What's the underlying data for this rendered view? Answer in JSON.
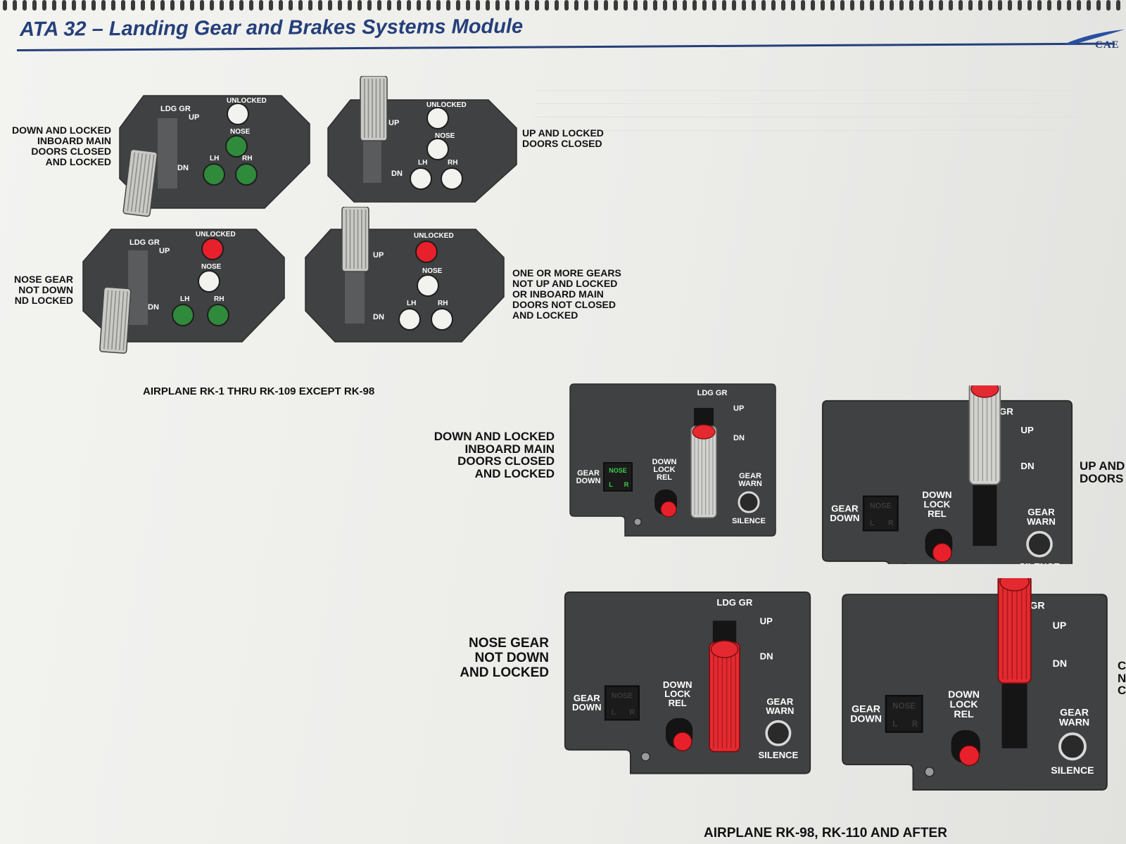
{
  "header": {
    "title": "ATA 32 – Landing Gear and Brakes Systems Module",
    "logo_text": "CAE"
  },
  "section_top": {
    "footer": "AIRPLANE RK-1 THRU RK-109 EXCEPT RK-98",
    "panel_labels": {
      "ldg_gr": "LDG GR",
      "up": "UP",
      "dn": "DN",
      "unlocked": "UNLOCKED",
      "nose": "NOSE",
      "lh": "LH",
      "rh": "RH"
    },
    "states": [
      {
        "caption": "DOWN AND LOCKED\nINBOARD MAIN\nDOORS CLOSED\nAND LOCKED",
        "lever": "down",
        "unlocked": "off",
        "nose": "green",
        "lh": "green",
        "rh": "green"
      },
      {
        "caption": "UP AND LOCKED\nDOORS CLOSED",
        "lever": "up",
        "unlocked": "off",
        "nose": "off",
        "lh": "off",
        "rh": "off"
      },
      {
        "caption": "NOSE GEAR\nNOT DOWN\nND LOCKED",
        "lever": "down",
        "unlocked": "red",
        "nose": "off",
        "lh": "green",
        "rh": "green"
      },
      {
        "caption": "ONE OR MORE GEARS\nNOT UP AND LOCKED\nOR INBOARD MAIN\nDOORS NOT CLOSED\nAND LOCKED",
        "lever": "up",
        "unlocked": "red",
        "nose": "off",
        "lh": "off",
        "rh": "off"
      }
    ]
  },
  "section_bottom": {
    "footer": "AIRPLANE RK-98, RK-110 AND AFTER",
    "panel_labels": {
      "ldg_gr": "LDG GR",
      "up": "UP",
      "dn": "DN",
      "gear_down": "GEAR\nDOWN",
      "nose": "NOSE",
      "l": "L",
      "r": "R",
      "down_lock_rel": "DOWN\nLOCK\nREL",
      "gear_warn": "GEAR\nWARN",
      "silence": "SILENCE"
    },
    "states": [
      {
        "caption": "DOWN AND LOCKED\nINBOARD MAIN\nDOORS CLOSED\nAND LOCKED",
        "lever": "down",
        "handle": "white",
        "annunciator": "green"
      },
      {
        "caption": "UP AND\nDOORS",
        "lever": "up",
        "handle": "white",
        "annunciator": "off"
      },
      {
        "caption": "NOSE GEAR\nNOT DOWN\nAND LOCKED",
        "lever": "down",
        "handle": "red",
        "annunciator": "off"
      },
      {
        "caption": "C\nN\nC",
        "lever": "up",
        "handle": "red",
        "annunciator": "off"
      }
    ]
  },
  "colors": {
    "title_blue": "#253f7a",
    "panel": "#404142",
    "green_light": "#2f8a3b",
    "red_light": "#e8202b",
    "handle_red": "#e42a30"
  }
}
